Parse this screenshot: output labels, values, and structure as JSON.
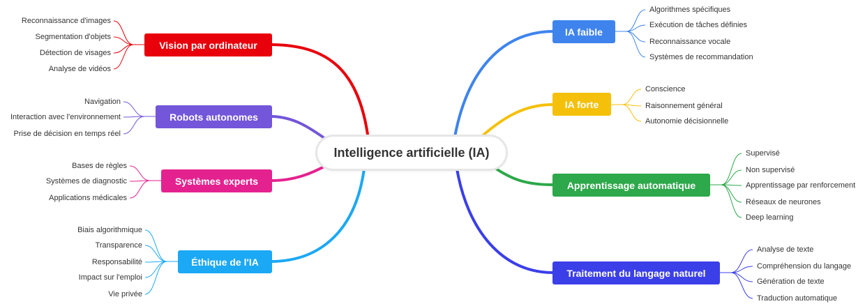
{
  "center": "Intelligence artificielle (IA)",
  "colors": {
    "vision": "#e8000b",
    "robots": "#7356d9",
    "experts": "#e4228f",
    "ethique": "#1ba8f5",
    "ia_faible": "#3f84ed",
    "ia_forte": "#f5c00a",
    "apprentissage": "#2da84a",
    "traitement": "#3b3fe8"
  },
  "branches": {
    "vision": {
      "label": "Vision par ordinateur",
      "items": [
        "Reconnaissance d'images",
        "Segmentation d'objets",
        "Détection de visages",
        "Analyse de vidéos"
      ]
    },
    "robots": {
      "label": "Robots autonomes",
      "items": [
        "Navigation",
        "Interaction avec l'environnement",
        "Prise de décision en temps réel"
      ]
    },
    "experts": {
      "label": "Systèmes experts",
      "items": [
        "Bases de règles",
        "Systèmes de diagnostic",
        "Applications médicales"
      ]
    },
    "ethique": {
      "label": "Éthique de l'IA",
      "items": [
        "Biais algorithmique",
        "Transparence",
        "Responsabilité",
        "Impact sur l'emploi",
        "Vie privée"
      ]
    },
    "ia_faible": {
      "label": "IA faible",
      "items": [
        "Algorithmes spécifiques",
        "Exécution de tâches définies",
        "Reconnaissance vocale",
        "Systèmes de recommandation"
      ]
    },
    "ia_forte": {
      "label": "IA forte",
      "items": [
        "Conscience",
        "Raisonnement général",
        "Autonomie décisionnelle"
      ]
    },
    "apprentissage": {
      "label": "Apprentissage automatique",
      "items": [
        "Supervisé",
        "Non supervisé",
        "Apprentissage par renforcement",
        "Réseaux de neurones",
        "Deep learning"
      ]
    },
    "traitement": {
      "label": "Traitement du langage naturel",
      "items": [
        "Analyse de texte",
        "Compréhension du langage",
        "Génération de texte",
        "Traduction automatique"
      ]
    }
  }
}
